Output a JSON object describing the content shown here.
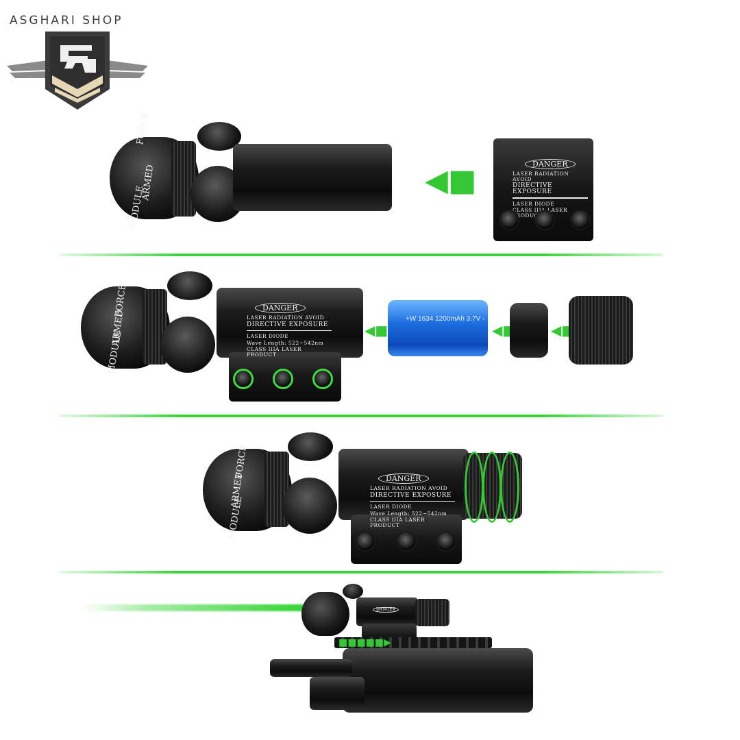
{
  "brand": {
    "name": "ASGHARI SHOP"
  },
  "colors": {
    "accent_green": "#39d139",
    "battery_blue": "#1e6fe0",
    "body_black": "#111111"
  },
  "panels": [
    {
      "rifle_text": [
        "FORCE",
        "ARMED",
        "MODULE"
      ],
      "mount_label": {
        "danger": "DANGER",
        "line1": "LASER RADIATION AVOID",
        "line2": "DIRECTIVE  EXPOSURE",
        "line3": "LASER DIODE",
        "line4": "CLASS IIIA LASER PRODUCT"
      },
      "icon": "arrow-left-icon"
    },
    {
      "rifle_text": [
        "FORCE",
        "ARMED",
        "MODULE"
      ],
      "label": {
        "danger": "DANGER",
        "line1": "LASER RADIATION AVOID",
        "line2": "DIRECTIVE  EXPOSURE",
        "line3": "LASER DIODE",
        "line4": "Wave Length: 522~542nm",
        "line5": "CLASS IIIA LASER PRODUCT"
      },
      "battery_text": "+W 1634 1200mAh 3.7V -",
      "icon": "arrow-left-icon"
    },
    {
      "rifle_text": [
        "FORCE",
        "ARMED",
        "MODULE"
      ],
      "label": {
        "danger": "DANGER",
        "line1": "LASER RADIATION AVOID",
        "line2": "DIRECTIVE  EXPOSURE",
        "line3": "LASER DIODE",
        "line4": "Wave Length: 522~542nm",
        "line5": "CLASS IIIA LASER PRODUCT"
      },
      "icon": "rotate-arrows-icon"
    },
    {
      "label": {
        "danger": "DANGER"
      },
      "icon": "arrow-right-icon"
    }
  ]
}
